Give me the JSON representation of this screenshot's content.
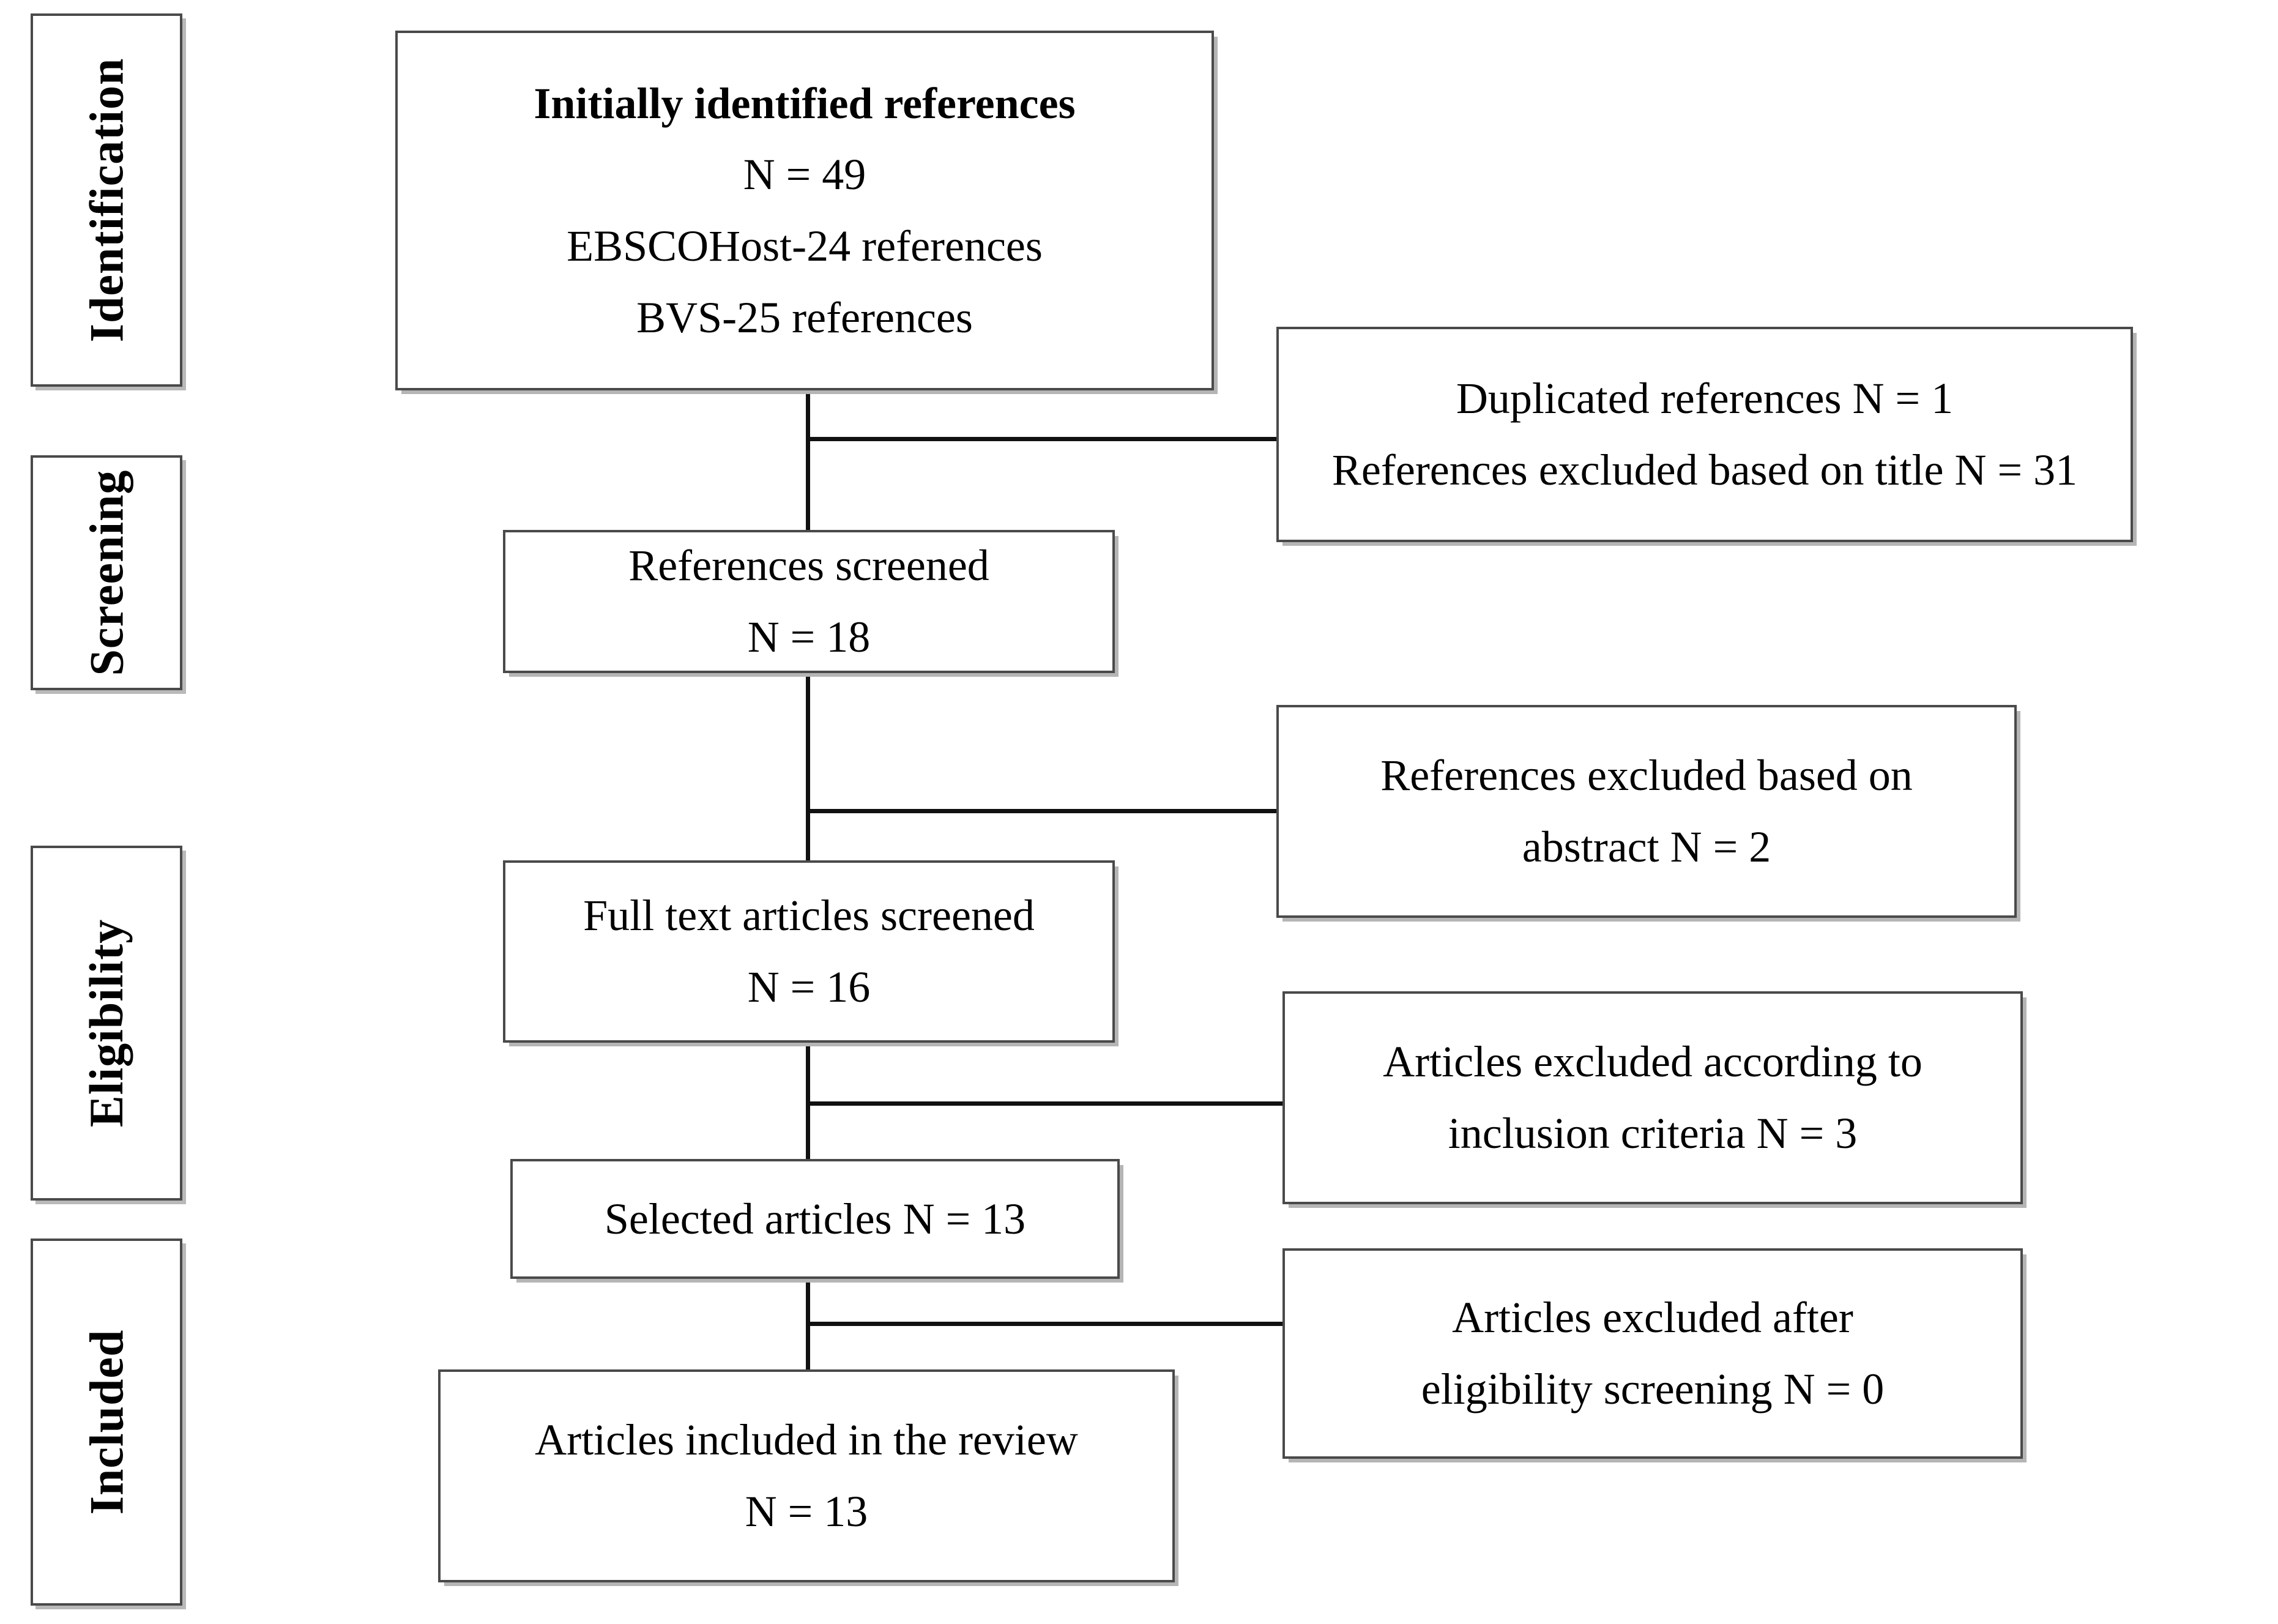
{
  "diagram": {
    "title": "PRISMA study selection flow diagram",
    "accent_color": "#4a4a4a",
    "line_color": "#111111",
    "shadow_color": "#b5b5b5",
    "background": "#ffffff"
  },
  "stages": [
    {
      "id": "identification",
      "label": "Identification"
    },
    {
      "id": "screening",
      "label": "Screening"
    },
    {
      "id": "eligibility",
      "label": "Eligibility"
    },
    {
      "id": "included",
      "label": "Included"
    }
  ],
  "flow": {
    "identified": {
      "line1": "Initially identified references",
      "line2": "N = 49",
      "line3": "EBSCOHost-24 references",
      "line4": "BVS-25 references"
    },
    "screened": {
      "line1": "References screened",
      "line2": "N = 18"
    },
    "full_text": {
      "line1": "Full text articles screened",
      "line2": "N = 16"
    },
    "selected": {
      "line1": "Selected articles N = 13"
    },
    "included": {
      "line1": "Articles included in the review",
      "line2": "N = 13"
    }
  },
  "exclusions": {
    "duplicates_and_title": {
      "line1": "Duplicated references N = 1",
      "line2": "References excluded based on title N = 31"
    },
    "abstract": {
      "line1": "References excluded based on",
      "line2": "abstract N = 2"
    },
    "inclusion_criteria": {
      "line1": "Articles excluded according to",
      "line2": "inclusion criteria N = 3"
    },
    "eligibility_screening": {
      "line1": "Articles excluded after",
      "line2": "eligibility screening N = 0"
    }
  },
  "chart_data": {
    "type": "table",
    "title": "PRISMA study selection flow",
    "categories": [
      "Initially identified references",
      "References screened",
      "Full text articles screened",
      "Selected articles",
      "Articles included in the review"
    ],
    "values": [
      49,
      18,
      16,
      13,
      13
    ],
    "sources": [
      {
        "name": "EBSCOHost",
        "value": 24
      },
      {
        "name": "BVS",
        "value": 25
      }
    ],
    "exclusions": [
      {
        "name": "Duplicated references",
        "value": 1
      },
      {
        "name": "References excluded based on title",
        "value": 31
      },
      {
        "name": "References excluded based on abstract",
        "value": 2
      },
      {
        "name": "Articles excluded according to inclusion criteria",
        "value": 3
      },
      {
        "name": "Articles excluded after eligibility screening",
        "value": 0
      }
    ],
    "stages": [
      "Identification",
      "Screening",
      "Eligibility",
      "Included"
    ]
  }
}
